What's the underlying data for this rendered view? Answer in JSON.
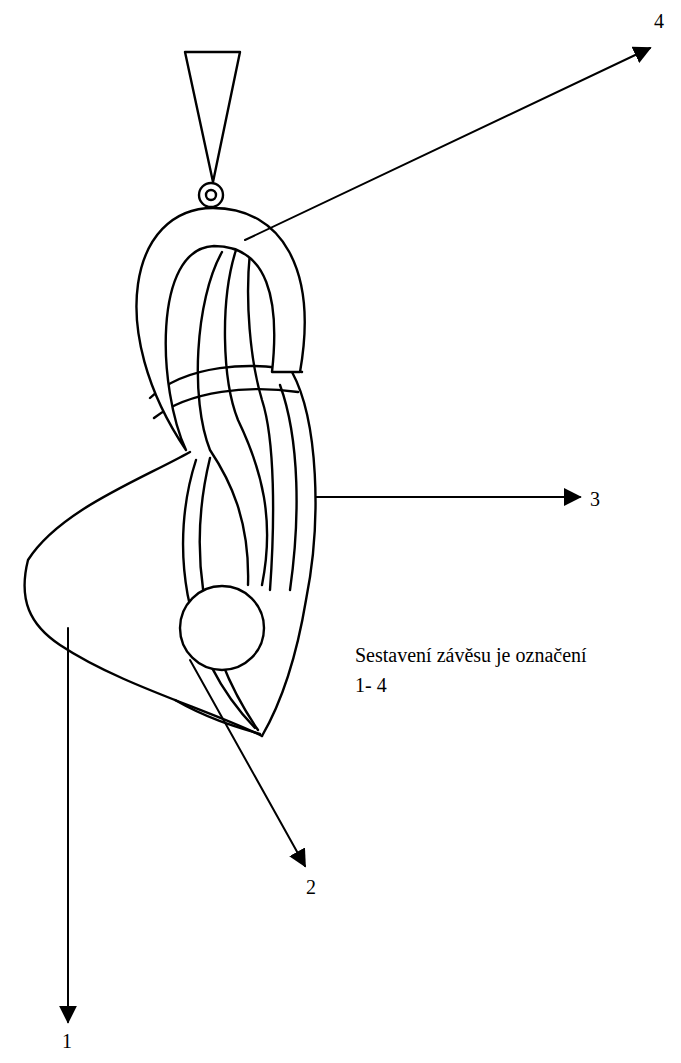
{
  "diagram": {
    "labels": [
      "4",
      "3",
      "Sestavení závěsu je označení 1- 4",
      "2",
      "1"
    ]
  }
}
